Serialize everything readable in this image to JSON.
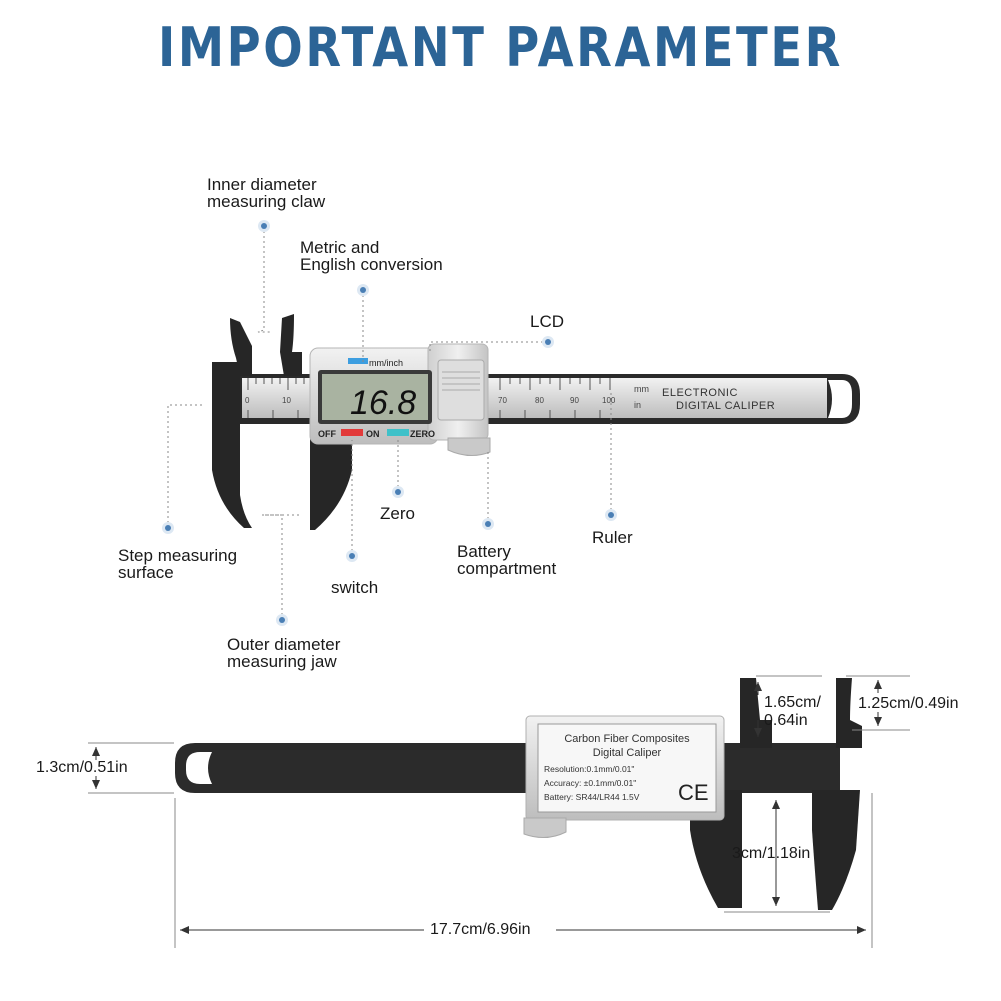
{
  "title": "IMPORTANT PARAMETER",
  "labels": {
    "inner_claw": [
      "Inner diameter",
      "measuring claw"
    ],
    "conversion": [
      "Metric and",
      "English conversion"
    ],
    "lcd": "LCD",
    "step_surface": [
      "Step measuring",
      "surface"
    ],
    "switch": "switch",
    "zero": "Zero",
    "battery": [
      "Battery",
      "compartment"
    ],
    "ruler": "Ruler",
    "outer_jaw": [
      "Outer diameter",
      "measuring jaw"
    ]
  },
  "caliper_top": {
    "lcd_reading": "16.8",
    "mode_label": "mm/inch",
    "off_label": "OFF",
    "on_label": "ON",
    "zero_label": "ZERO",
    "brand_line1": "ELECTRONIC",
    "brand_line2": "DIGITAL CALIPER",
    "unit_mm": "mm",
    "unit_in": "in",
    "scale_left": [
      "0",
      "10"
    ],
    "scale_right": [
      "70",
      "80",
      "90",
      "100"
    ]
  },
  "caliper_bottom": {
    "plate_title1": "Carbon Fiber Composites",
    "plate_title2": "Digital Caliper",
    "resolution": "Resolution:0.1mm/0.01\"",
    "accuracy": "Accuracy: ±0.1mm/0.01\"",
    "battery": "Battery: SR44/LR44 1.5V",
    "ce_mark": "CE"
  },
  "dimensions": {
    "beam_height": "1.3cm/0.51in",
    "inner_claw_depth": [
      "1.65cm/",
      "0.64in"
    ],
    "claw_depth": "1.25cm/0.49in",
    "jaw_depth": "3cm/1.18in",
    "total_length": "17.7cm/6.96in"
  },
  "colors": {
    "title": "#2c6496",
    "marker": "#4a7fb5",
    "leader": "#8a8a8a",
    "caliper_black": "#262626",
    "body_silver": "#dcdcdc",
    "lcd_bg": "#a9b3a1",
    "off_button": "#e23a3a",
    "zero_button": "#3fc1c9",
    "mode_button": "#3d9ee0"
  }
}
